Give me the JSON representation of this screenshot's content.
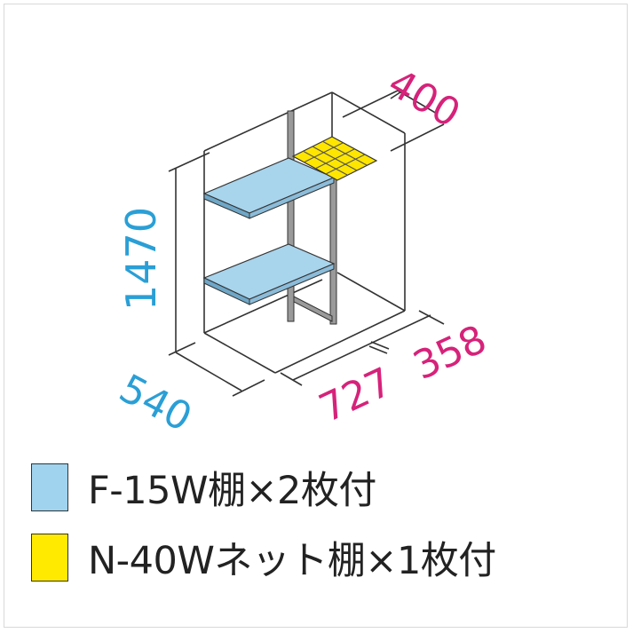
{
  "diagram": {
    "title": "Storage shed dimensional diagram with shelves",
    "dimensions": {
      "height": "1470",
      "depth": "540",
      "width_main": "727",
      "width_side": "358",
      "net_shelf_depth": "400"
    },
    "colors": {
      "dimension_blue": "#2a9fd6",
      "dimension_magenta": "#d6227a",
      "shelf_blue": "#a8d4ec",
      "net_yellow": "#ffe600",
      "frame_line": "#333333",
      "post_gray": "#8a8a8a"
    }
  },
  "legend": [
    {
      "label": "F-15W棚×2枚付",
      "color": "#9fd3ee"
    },
    {
      "label": "N-40Wネット棚×1枚付",
      "color": "#ffea00"
    }
  ]
}
